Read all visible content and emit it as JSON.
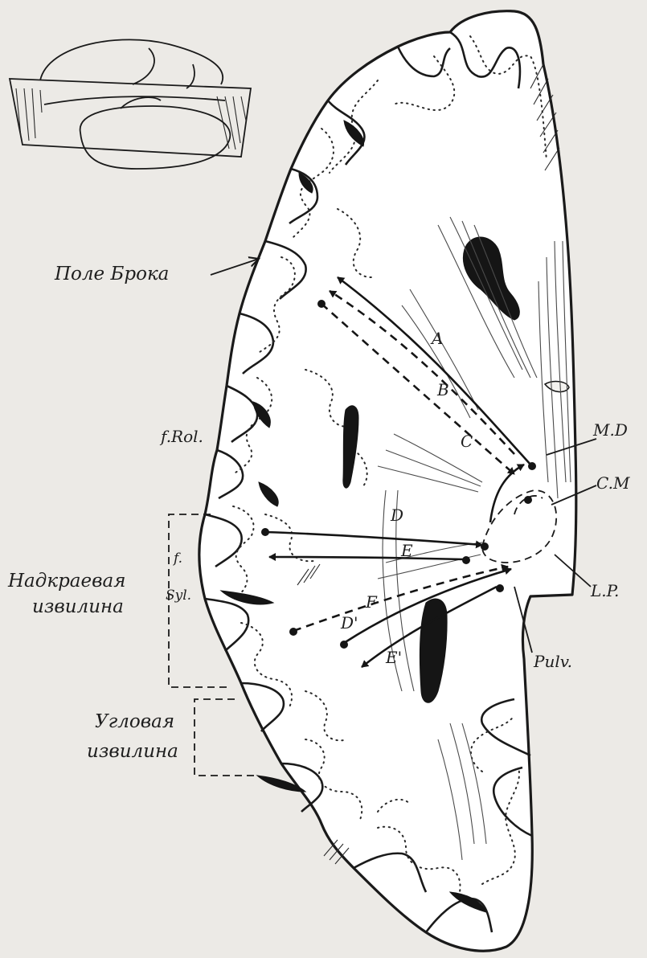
{
  "labels": {
    "broca_field": "Поле Брока",
    "f_rol": "f.Rol.",
    "supramarginal_line1": "Надкраевая",
    "supramarginal_line2": "извилина",
    "f_syl_line1": "f.",
    "f_syl_line2": "Syl.",
    "angular_line1": "Угловая",
    "angular_line2": "извилина",
    "nucleus_md": "M.D",
    "nucleus_cm": "C.M",
    "nucleus_lp": "L.P.",
    "pulvinar": "Pulv."
  },
  "pathway_letters": {
    "a": "A",
    "b": "B",
    "c": "C",
    "d": "D",
    "e": "E",
    "f": "F",
    "d_prime": "D'",
    "e_prime": "E'"
  }
}
